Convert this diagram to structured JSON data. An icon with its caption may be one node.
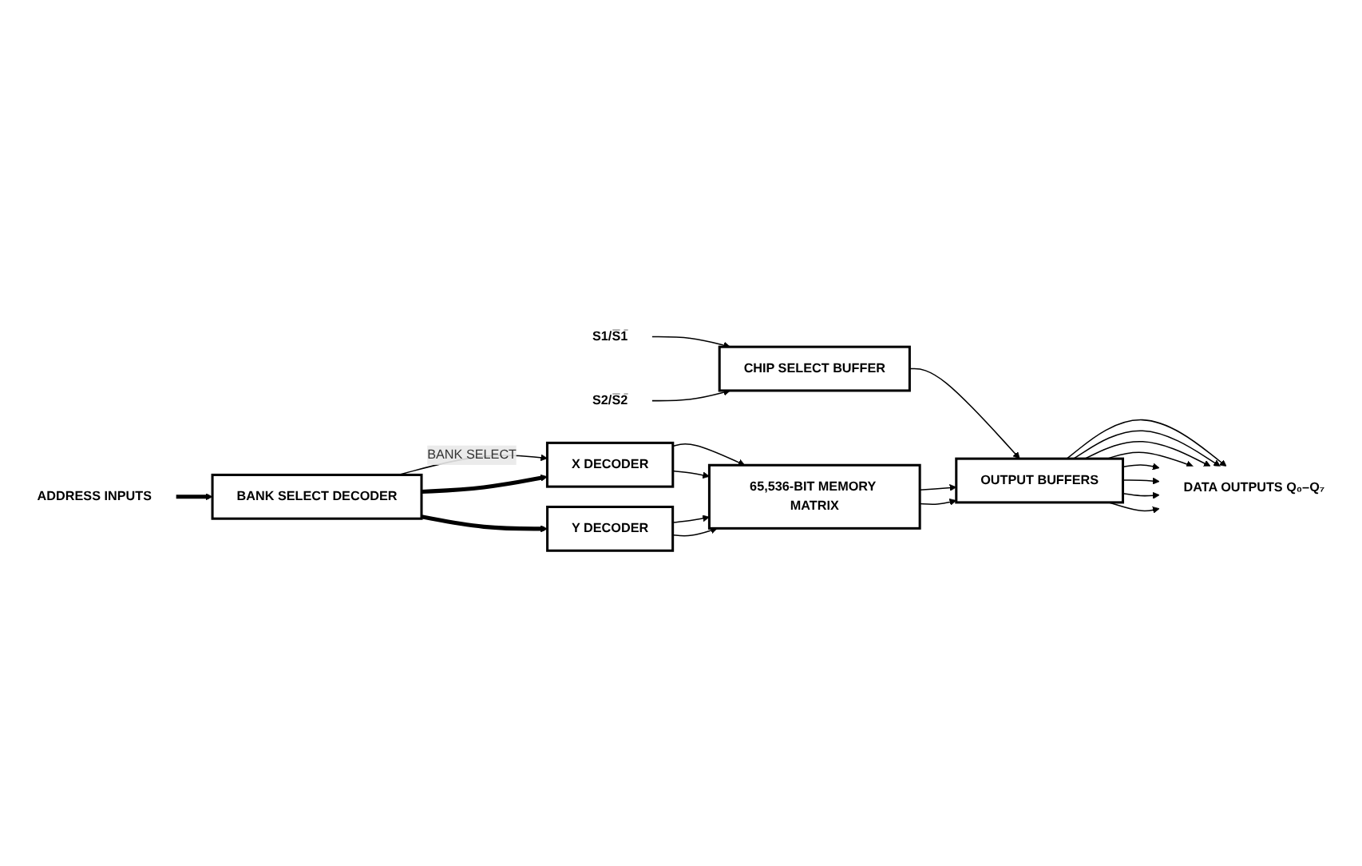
{
  "diagram": {
    "nodes": [
      {
        "text": [
          "CHIP SELECT BUFFER"
        ]
      },
      {
        "text": [
          "OUTPUT BUFFERS"
        ]
      },
      {
        "text": [
          "BANK SELECT DECODER"
        ]
      },
      {
        "text": [
          "X DECODER"
        ]
      },
      {
        "text": [
          "65,536-BIT MEMORY MATRIX"
        ]
      },
      {
        "text": [
          "Y DECODER"
        ]
      },
      {
        "text": [
          "S1/S̅1̅"
        ]
      },
      {
        "text": [
          "S2/S̅2̅"
        ]
      },
      {
        "text": [
          "ADDRESS INPUTS"
        ]
      },
      {
        "text": [
          "DATA OUTPUTS Q₀–Q₇"
        ]
      }
    ],
    "edges": [
      {
        "from": 6,
        "to": 0,
        "arrow": "to"
      },
      {
        "from": 7,
        "to": 0,
        "arrow": "to"
      },
      {
        "from": 0,
        "to": 1,
        "arrow": "to"
      },
      {
        "from": 8,
        "to": 2,
        "arrow": "to",
        "style": "thick"
      },
      {
        "from": 2,
        "to": 3,
        "arrow": "to",
        "label": "BANK SELECT"
      },
      {
        "from": 2,
        "to": 3,
        "arrow": "to",
        "style": "thick"
      },
      {
        "from": 2,
        "to": 5,
        "arrow": "to",
        "style": "thick"
      },
      {
        "from": 3,
        "to": 4,
        "arrow": "to"
      },
      {
        "from": 3,
        "to": 4,
        "arrow": "to"
      },
      {
        "from": 5,
        "to": 4,
        "arrow": "to"
      },
      {
        "from": 5,
        "to": 4,
        "arrow": "to"
      },
      {
        "from": 4,
        "to": 1,
        "arrow": "to"
      },
      {
        "from": 4,
        "to": 1,
        "arrow": "to"
      },
      {
        "from": 1,
        "to": 9,
        "arrow": "to"
      },
      {
        "from": 1,
        "to": 9,
        "arrow": "to"
      },
      {
        "from": 1,
        "to": 9,
        "arrow": "to"
      },
      {
        "from": 1,
        "to": 9,
        "arrow": "to"
      },
      {
        "from": 1,
        "to": 9,
        "arrow": "to"
      },
      {
        "from": 1,
        "to": 9,
        "arrow": "to"
      },
      {
        "from": 1,
        "to": 9,
        "arrow": "to"
      },
      {
        "from": 1,
        "to": 9,
        "arrow": "to"
      }
    ]
  }
}
